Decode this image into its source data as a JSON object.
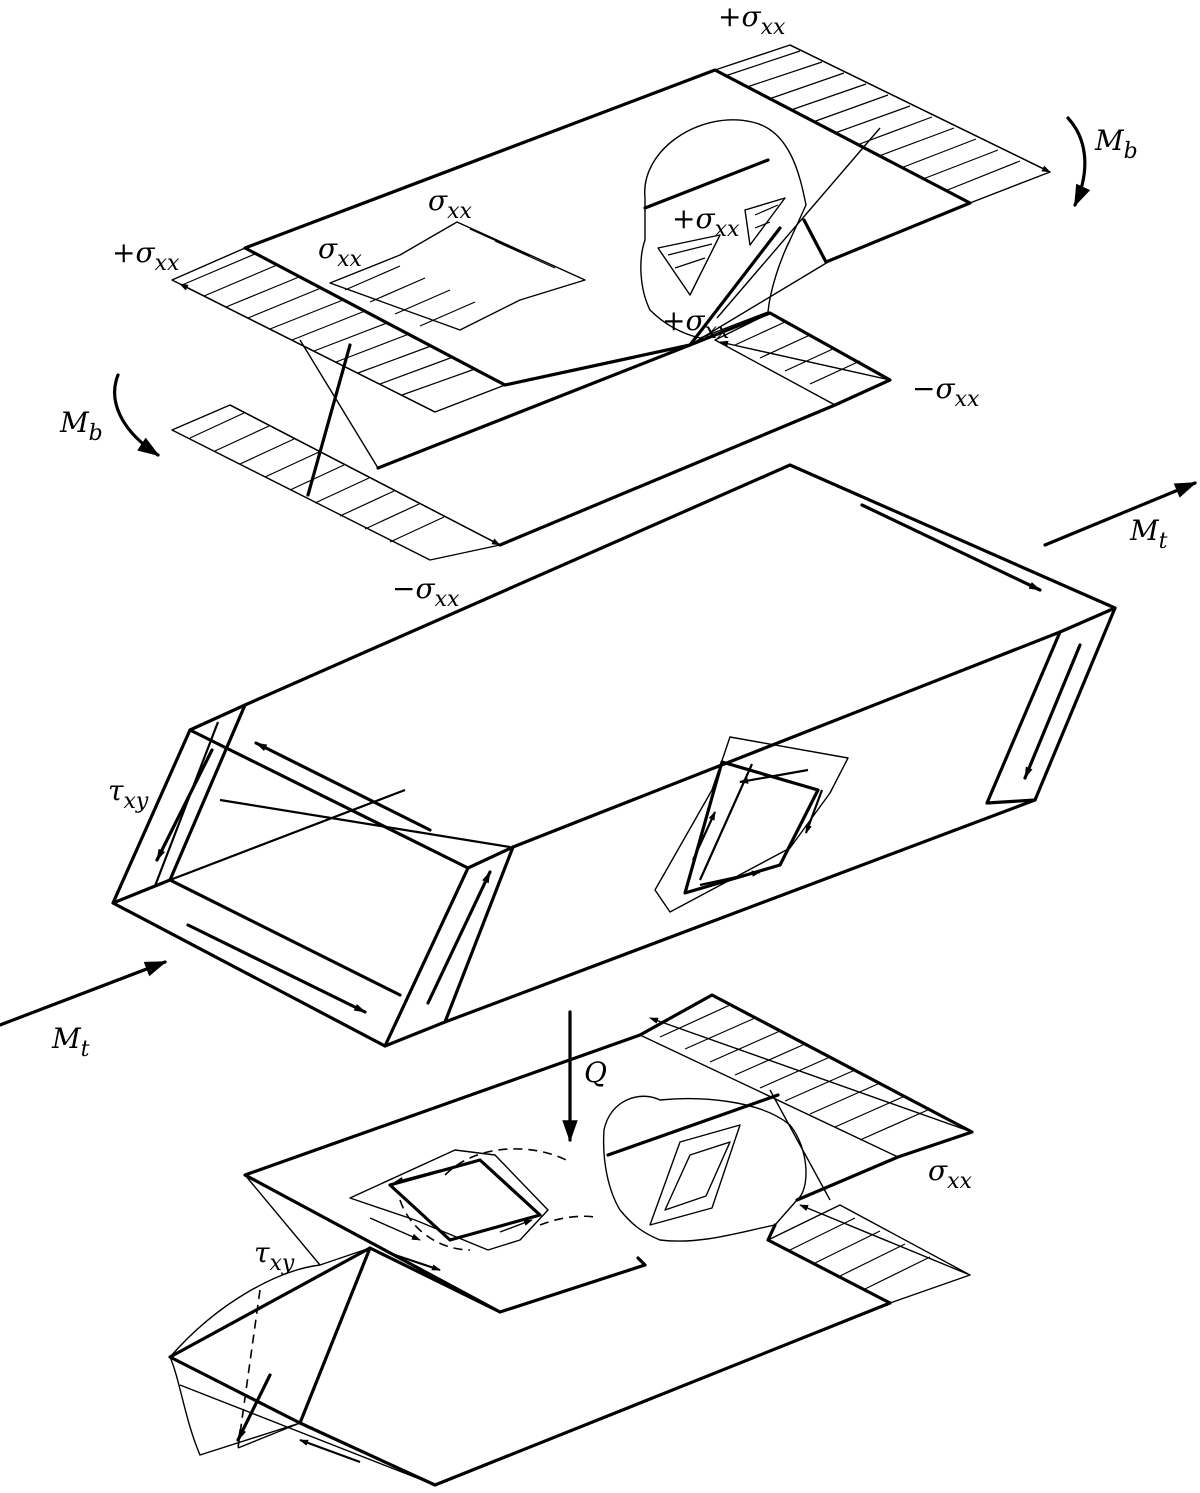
{
  "labels": {
    "sigma_top_right": "+σ_xx",
    "sigma_top_left": "+σ_xx",
    "sigma_top_inner_a": "σ_xx",
    "sigma_top_inner_b": "σ_xx",
    "sigma_cut_upper": "+σ_xx",
    "sigma_cut_lower": "+σ_xx",
    "sigma_top_neg_right": "−σ_xx",
    "sigma_top_neg_left": "−σ_xx",
    "mb_right": "M_b",
    "mb_left": "M_b",
    "mt_right": "M_t",
    "mt_left": "M_t",
    "tau_mid": "τ_xy",
    "q_load": "Q",
    "sigma_bottom": "σ_xx",
    "tau_bottom": "τ_xy"
  }
}
